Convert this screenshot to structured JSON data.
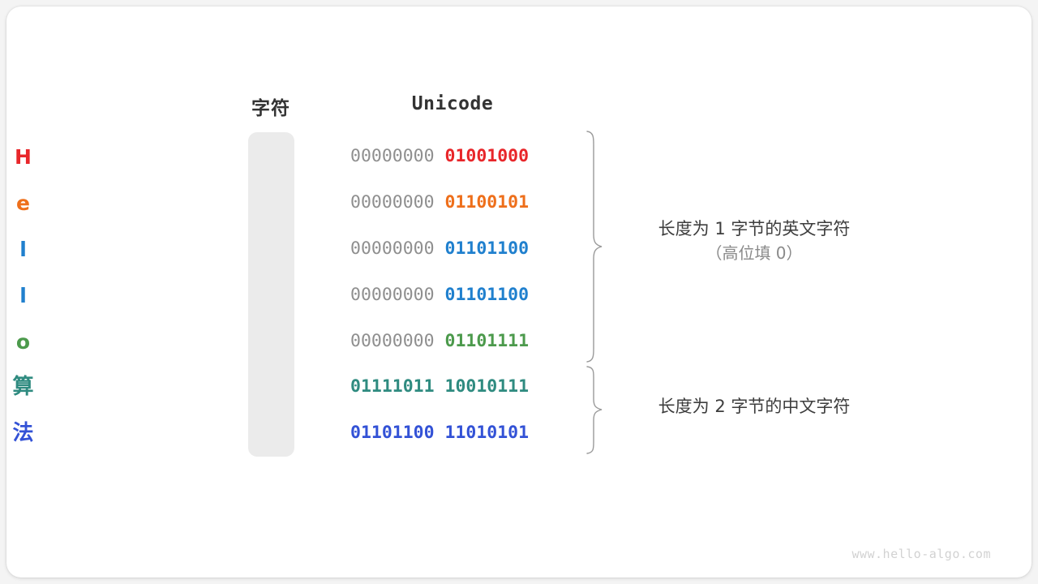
{
  "watermark": "www.hello-algo.com",
  "colors": {
    "page_background": "#f4f4f4",
    "card_background": "#ffffff",
    "column_background": "#ebebeb",
    "header_text": "#333333",
    "high_byte_gray": "#8f8f8f",
    "note_text": "#3d3d3d",
    "note_sub_text": "#8a8a8a",
    "watermark": "#d2d2d2",
    "brace_stroke": "#9a9a9a"
  },
  "table": {
    "headers": {
      "character": "字符",
      "unicode": "Unicode"
    },
    "rows": [
      {
        "char": "H",
        "color": "#e8262a",
        "high_byte": "00000000",
        "low_byte": "01001000",
        "high_is_padding": true
      },
      {
        "char": "e",
        "color": "#ee6f1b",
        "high_byte": "00000000",
        "low_byte": "01100101",
        "high_is_padding": true
      },
      {
        "char": "l",
        "color": "#2080ce",
        "high_byte": "00000000",
        "low_byte": "01101100",
        "high_is_padding": true
      },
      {
        "char": "l",
        "color": "#2080ce",
        "high_byte": "00000000",
        "low_byte": "01101100",
        "high_is_padding": true
      },
      {
        "char": "o",
        "color": "#4c9a4c",
        "high_byte": "00000000",
        "low_byte": "01101111",
        "high_is_padding": true
      },
      {
        "char": "算",
        "color": "#2f8b80",
        "high_byte": "01111011",
        "low_byte": "10010111",
        "high_is_padding": false
      },
      {
        "char": "法",
        "color": "#3352d6",
        "high_byte": "01101100",
        "low_byte": "11010101",
        "high_is_padding": false
      }
    ]
  },
  "annotations": [
    {
      "main": "长度为 1 字节的英文字符",
      "sub": "（高位填 0）",
      "covers_rows": [
        0,
        1,
        2,
        3,
        4
      ]
    },
    {
      "main": "长度为 2 字节的中文字符",
      "sub": "",
      "covers_rows": [
        5,
        6
      ]
    }
  ]
}
